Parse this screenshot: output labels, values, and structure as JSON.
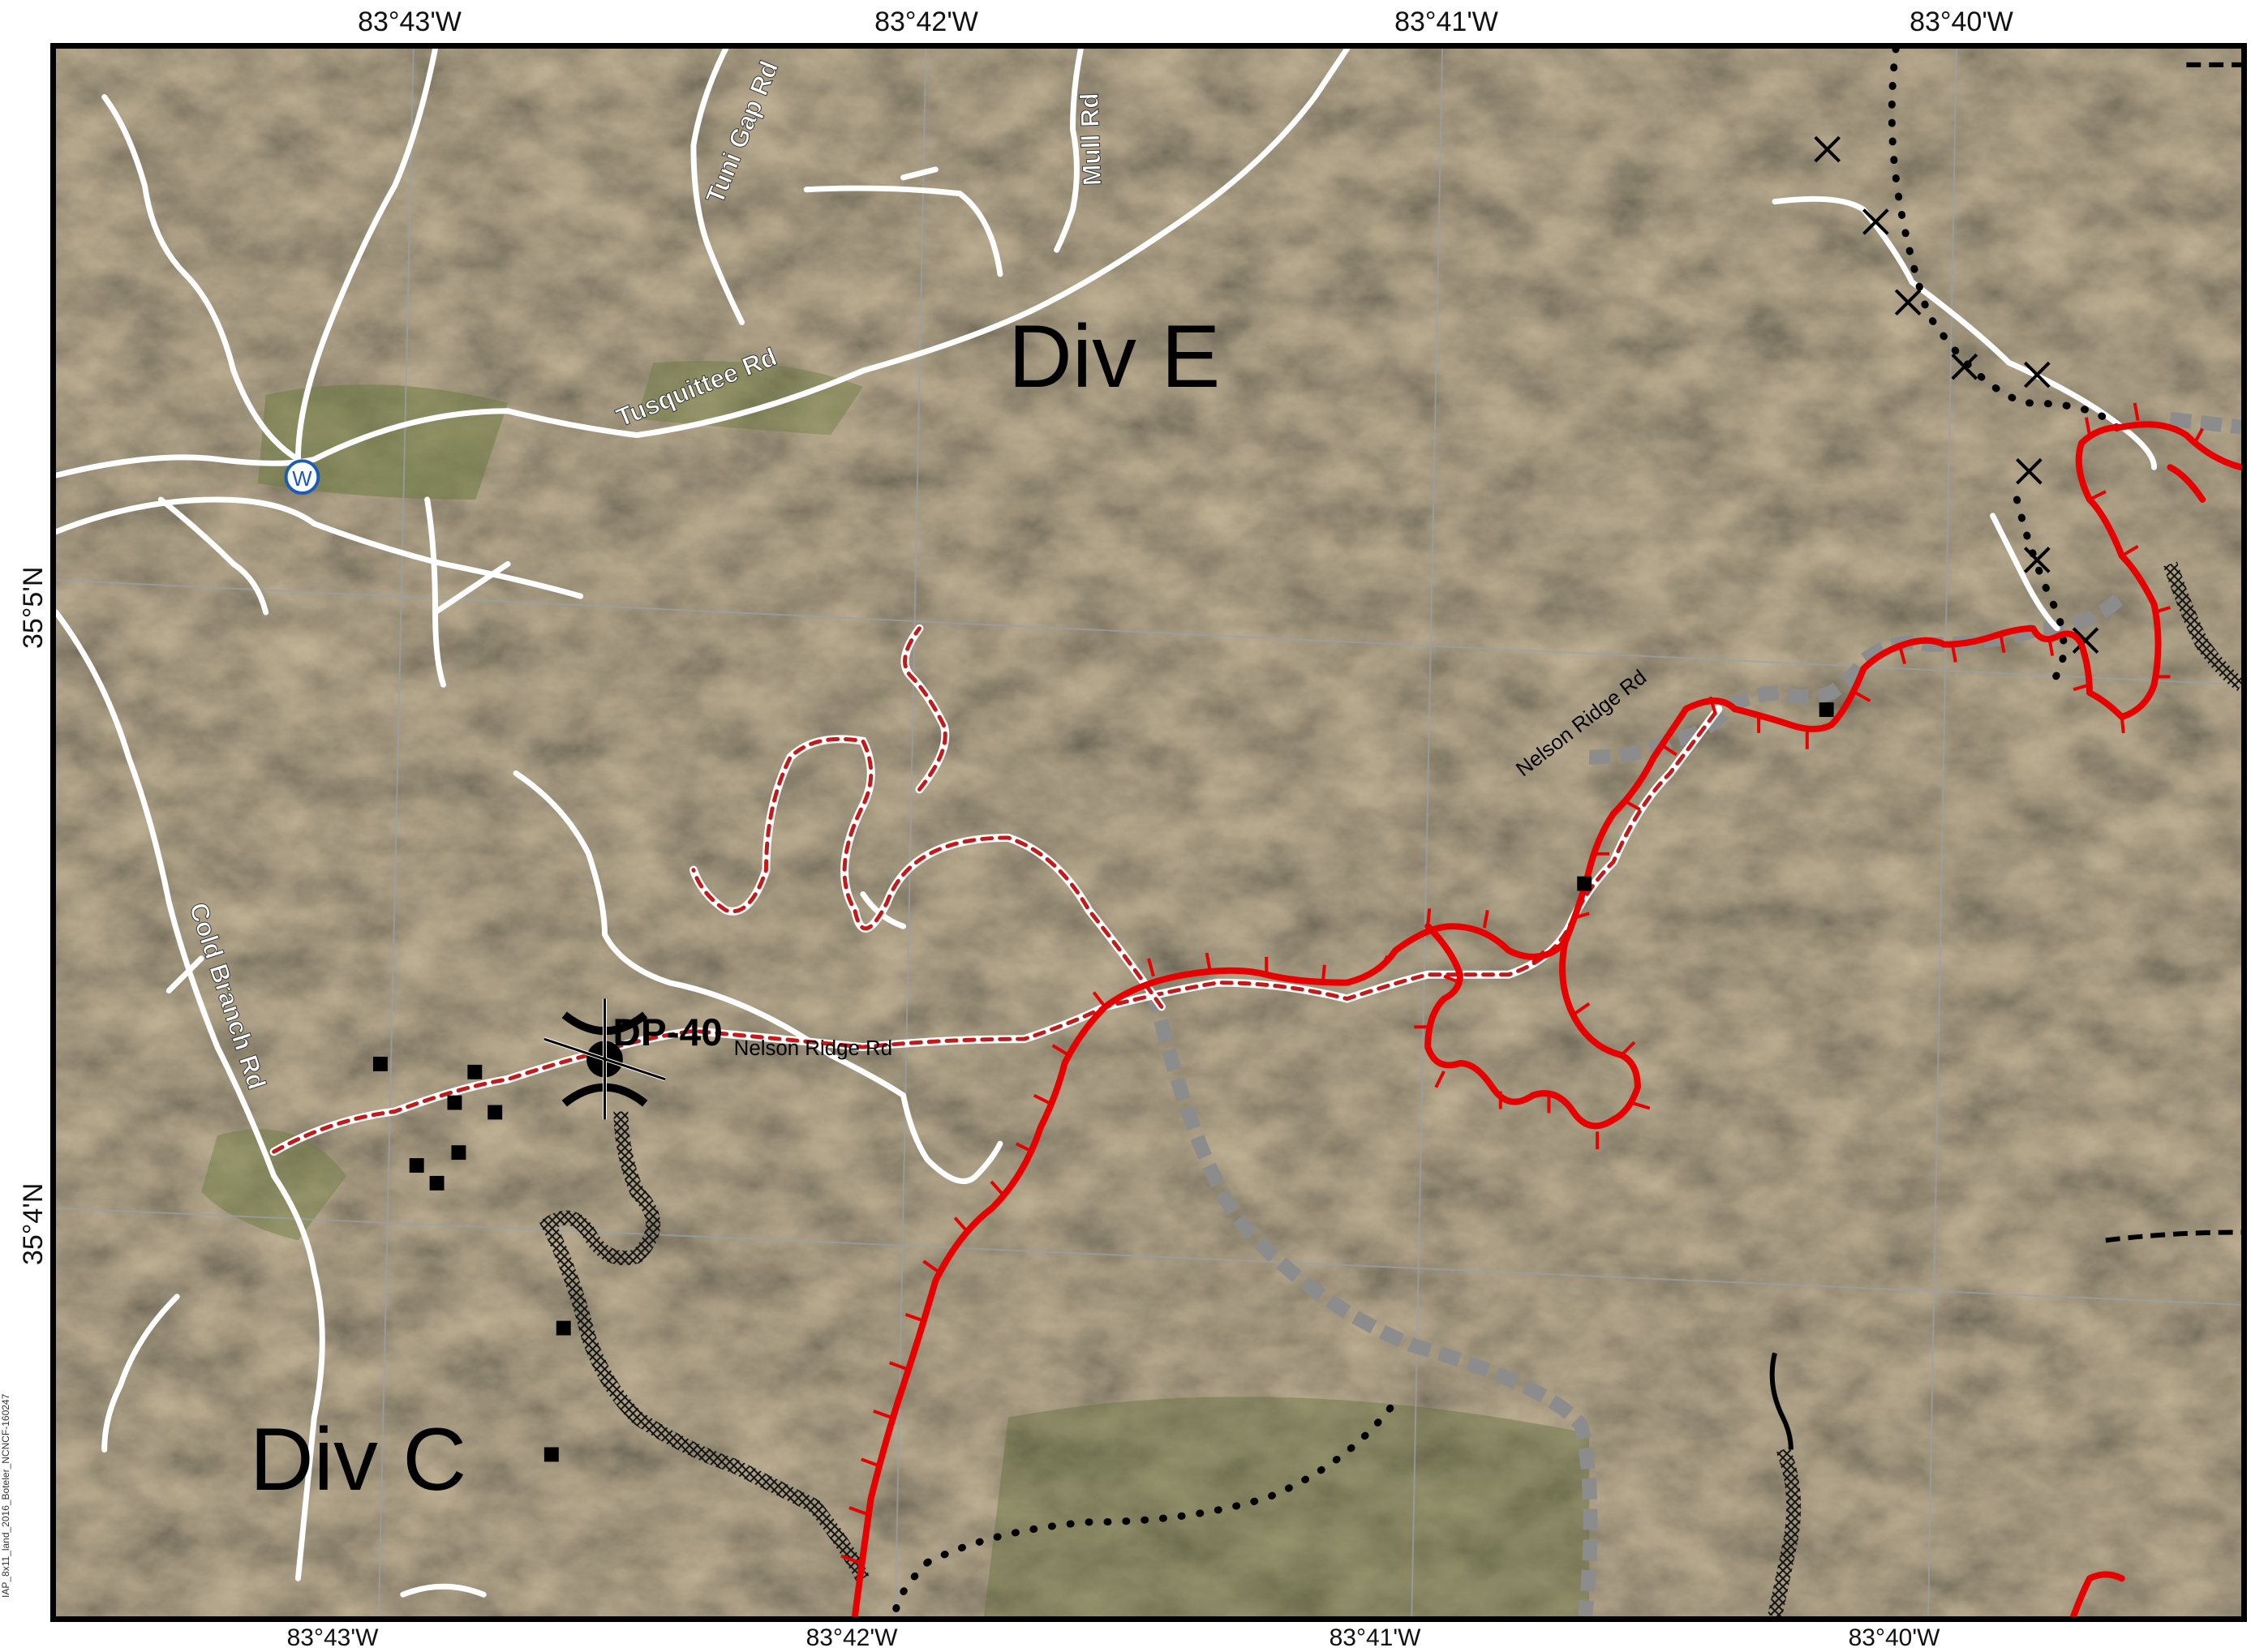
{
  "graticule": {
    "longitudes_top": [
      "83°43'W",
      "83°42'W",
      "83°41'W",
      "83°40'W"
    ],
    "longitudes_bottom": [
      "83°43'W",
      "83°42'W",
      "83°41'W",
      "83°40'W"
    ],
    "latitudes_left": [
      "35°5'N",
      "35°4'N"
    ]
  },
  "divisions": {
    "div_e": "Div E",
    "div_c": "Div C"
  },
  "roads": {
    "tuni_gap": "Tuni Gap Rd",
    "mull": "Mull Rd",
    "tusquittee": "Tusquittee Rd",
    "cold_branch": "Cold Branch Rd",
    "nelson_ridge_1": "Nelson Ridge Rd",
    "nelson_ridge_2": "Nelson Ridge Rd"
  },
  "drop_point": {
    "label": "DP-40"
  },
  "water_source": {
    "symbol": "W"
  },
  "credit": "IAP_8x11_land_2016_Boteler_NCNCF-160247",
  "colors": {
    "fire_line": "#e60000",
    "road": "#ffffff",
    "dozer_line": "#8c8c8c",
    "terrain_dark": "#3d3b2a",
    "terrain_brown": "#6b5a44",
    "terrain_green": "#4a5535"
  }
}
